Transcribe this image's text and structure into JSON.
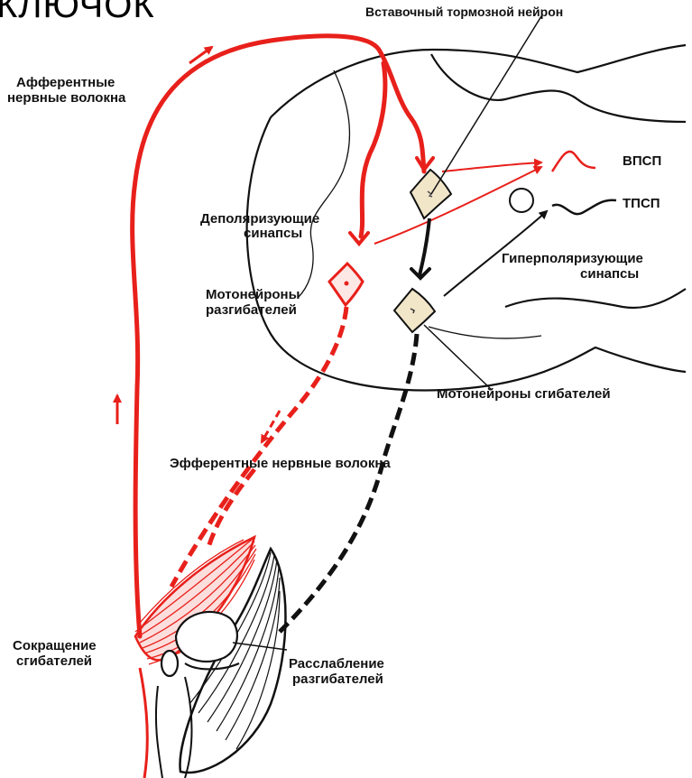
{
  "title_fragment": "КЛЮЧОК",
  "labels": {
    "interneuron": "Вставочный тормозной нейрон",
    "afferent_line1": "Афферентные",
    "afferent_line2": "нервные волокна",
    "epsp": "ВПСП",
    "ipsp": "ТПСП",
    "depolarizing_line1": "Деполяризующие",
    "depolarizing_line2": "синапсы",
    "hyperpolarizing_line1": "Гиперполяризующие",
    "hyperpolarizing_line2": "синапсы",
    "extensor_mn_line1": "Мотонейроны",
    "extensor_mn_line2": "разгибателей",
    "flexor_mn": "Мотонейроны сгибателей",
    "efferent": "Эфферентные нервные волокна",
    "flexor_contraction_line1": "Сокращение",
    "flexor_contraction_line2": "сгибателей",
    "extensor_relax_line1": "Расслабление",
    "extensor_relax_line2": "разгибателей"
  },
  "colors": {
    "excitatory": "#e8201b",
    "inhibitory": "#111111",
    "cell_fill": "#f2e6c9"
  }
}
